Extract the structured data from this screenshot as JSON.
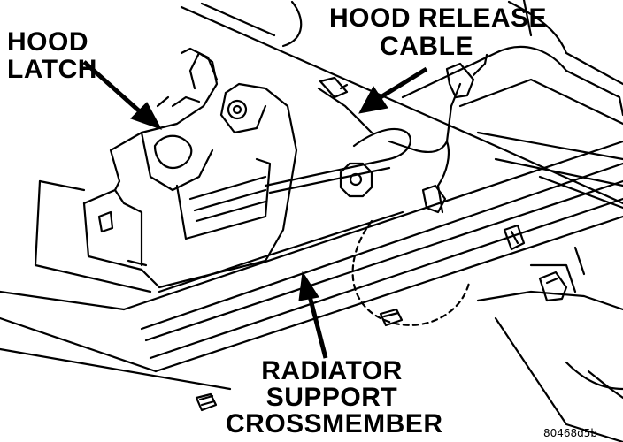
{
  "labels": {
    "hood_latch_line1": "HOOD",
    "hood_latch_line2": "LATCH",
    "cable_line1": "HOOD RELEASE",
    "cable_line2": "CABLE",
    "crossmember_line1": "RADIATOR",
    "crossmember_line2": "SUPPORT",
    "crossmember_line3": "CROSSMEMBER",
    "figure_ref": "80468d5b"
  }
}
